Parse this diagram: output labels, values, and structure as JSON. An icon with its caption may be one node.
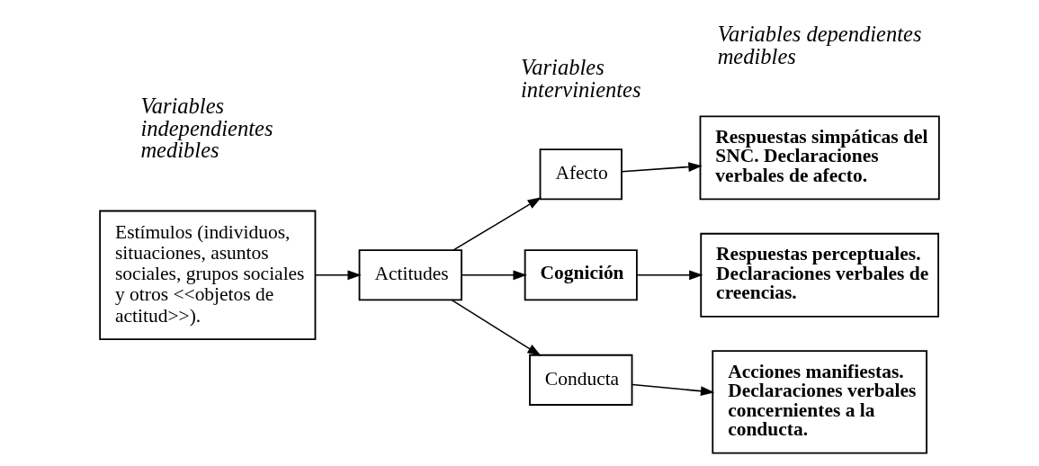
{
  "diagram": {
    "nodes": [
      {
        "text": [
          "Estímulos (individuos, situaciones, asuntos sociales, grupos sociales y otros <<objetos de actitud>>)."
        ]
      },
      {
        "text": [
          "Actitudes"
        ]
      },
      {
        "text": [
          "Afecto"
        ]
      },
      {
        "text": [
          "Cognición"
        ]
      },
      {
        "text": [
          "Conducta"
        ]
      },
      {
        "text": [
          "Respuestas simpáticas del SNC. Declaraciones verbales de afecto."
        ]
      },
      {
        "text": [
          "Respuestas perceptuales. Declaraciones verbales de creencias."
        ]
      },
      {
        "text": [
          "Acciones manifiestas. Declaraciones verbales concernientes a la conducta."
        ]
      }
    ],
    "edges": [
      {
        "from": 0,
        "to": 1,
        "arrow": "to"
      },
      {
        "from": 1,
        "to": 2,
        "arrow": "to"
      },
      {
        "from": 1,
        "to": 3,
        "arrow": "to"
      },
      {
        "from": 1,
        "to": 4,
        "arrow": "to"
      },
      {
        "from": 2,
        "to": 5,
        "arrow": "to"
      },
      {
        "from": 3,
        "to": 6,
        "arrow": "to"
      },
      {
        "from": 4,
        "to": 7,
        "arrow": "to"
      }
    ],
    "labels": [
      "Variables independientes medibles",
      "Variables intervinientes",
      "Variables dependientes medibles"
    ]
  }
}
